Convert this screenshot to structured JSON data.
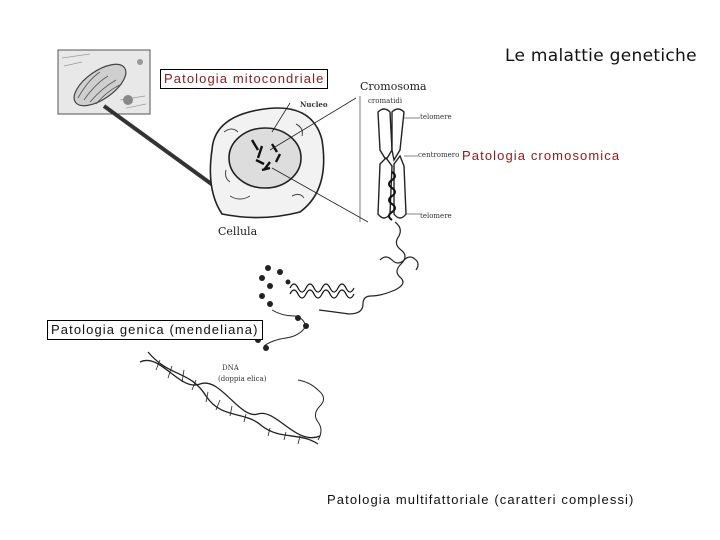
{
  "title": "Le malattie genetiche",
  "labels": {
    "mitochondrial": "Patologia mitocondriale",
    "chromosomal": "Patologia cromosomica",
    "genic": "Patologia genica (mendeliana)",
    "multifactorial": "Patologia multifattoriale (caratteri complessi)"
  },
  "figure": {
    "cromosoma": "Cromosoma",
    "nucleo": "Nucleo",
    "cellula": "Cellula",
    "telomere_top": "telomere",
    "telomere_bottom": "telomere",
    "centromere": "centromero",
    "cromatide": "cromatidi",
    "dna": "DNA",
    "dna_sub": "(doppia elica)"
  }
}
